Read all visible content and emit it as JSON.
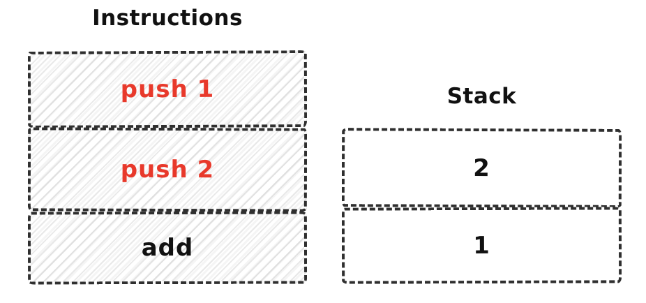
{
  "instructions": {
    "title": "Instructions",
    "items": [
      {
        "label": "push 1",
        "color": "#e8392b"
      },
      {
        "label": "push 2",
        "color": "#e8392b"
      },
      {
        "label": "add",
        "color": "#111111"
      }
    ]
  },
  "stack": {
    "title": "Stack",
    "items": [
      {
        "label": "2",
        "color": "#111111"
      },
      {
        "label": "1",
        "color": "#111111"
      }
    ]
  },
  "colors": {
    "executed_instruction_text": "#e8392b",
    "pending_instruction_text": "#111111",
    "sketch_border": "#2f2f2f",
    "hatch_line": "#e3e3e3",
    "background": "#ffffff"
  }
}
